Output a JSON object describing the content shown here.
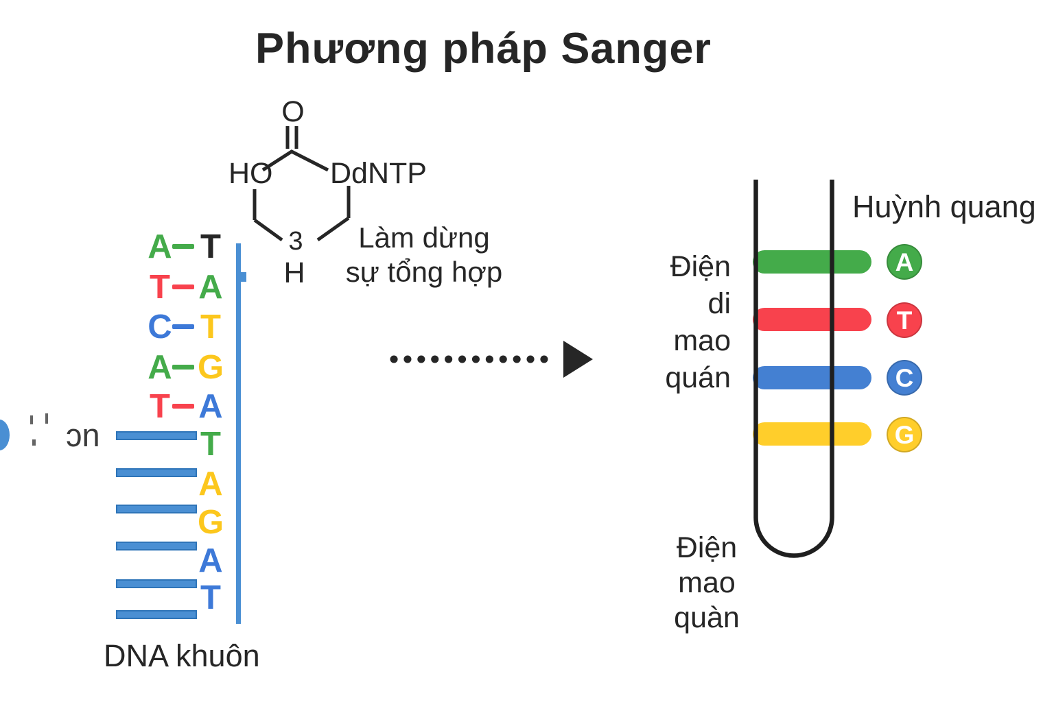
{
  "title": "Phương pháp Sanger",
  "molecule": {
    "oxygen": "O",
    "hydroxyl": "HO",
    "name": "DdNTP",
    "carbon_position": "3",
    "hydrogen": "H",
    "caption": [
      "Làm dừng",
      "sự tổng hợp"
    ]
  },
  "dna": {
    "pairs": [
      {
        "left": "A",
        "left_color": "green",
        "right": "T",
        "right_color": "ink"
      },
      {
        "left": "T",
        "left_color": "red",
        "right": "A",
        "right_color": "green"
      },
      {
        "left": "C",
        "left_color": "blue",
        "right": "T",
        "right_color": "yellow"
      },
      {
        "left": "A",
        "left_color": "green",
        "right": "G",
        "right_color": "yellow"
      },
      {
        "left": "T",
        "left_color": "red",
        "right": "A",
        "right_color": "blue"
      }
    ],
    "synthesized": [
      {
        "base": "T",
        "color": "green"
      },
      {
        "base": "A",
        "color": "yellow"
      },
      {
        "base": "G",
        "color": "yellow"
      },
      {
        "base": "A",
        "color": "blue"
      },
      {
        "base": "T",
        "color": "blue"
      }
    ],
    "template_label": "DNA khuôn",
    "erased_fragment": "ɔn"
  },
  "capillary": {
    "electrophoresis_label": [
      "Điện",
      "di",
      "mao",
      "quán"
    ],
    "bottom_label": [
      "Điện",
      "mao",
      "quàn"
    ],
    "fluorescence_label": "Huỳnh quang",
    "bands": [
      {
        "base": "A",
        "color": "green"
      },
      {
        "base": "T",
        "color": "red"
      },
      {
        "base": "C",
        "color": "blue"
      },
      {
        "base": "G",
        "color": "yellow"
      }
    ]
  },
  "colors": {
    "ink": "#262626",
    "green": "#44AB4A",
    "red": "#F8424D",
    "blue": "#3D79D8",
    "yellow": "#FCC71D",
    "band_blue": "#4480D2",
    "band_yellow": "#FFCE2B",
    "bar_blue": "#4A8FD3",
    "bar_blue_border": "#2E74B8"
  }
}
